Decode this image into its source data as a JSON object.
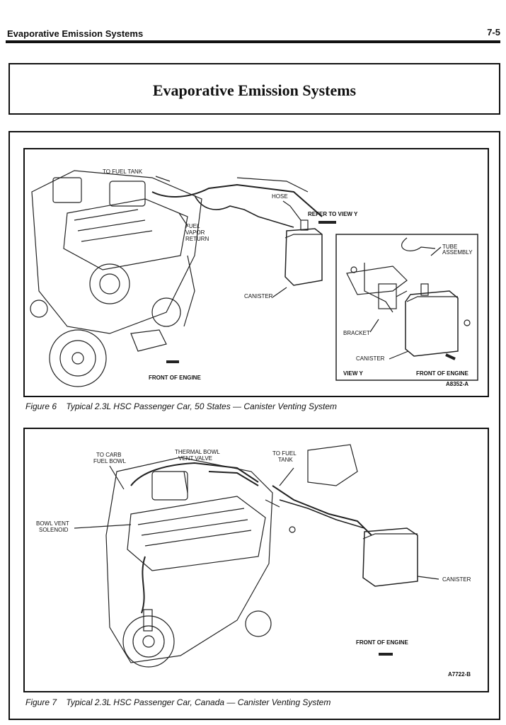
{
  "header": {
    "section_title": "Evaporative Emission Systems",
    "page_number": "7-5"
  },
  "title_box": {
    "title": "Evaporative Emission Systems"
  },
  "figure6": {
    "labels": {
      "to_fuel_tank": "TO FUEL TANK",
      "hose": "HOSE",
      "refer_to_view_y": "REFER TO VIEW Y",
      "fuel": "FUEL",
      "vapor": "VAPOR",
      "return": "RETURN",
      "canister": "CANISTER",
      "front_of_engine": "FRONT OF ENGINE",
      "code": "A8352-A"
    },
    "inset": {
      "tube": "TUBE",
      "assembly": "ASSEMBLY",
      "bracket": "BRACKET",
      "canister": "CANISTER",
      "view_y": "VIEW Y",
      "front_of_engine": "FRONT OF ENGINE"
    },
    "caption": {
      "number": "Figure 6",
      "text": "Typical 2.3L HSC Passenger Car, 50 States — Canister Venting System"
    }
  },
  "figure7": {
    "labels": {
      "to_carb": "TO CARB",
      "fuel_bowl": "FUEL BOWL",
      "thermal_bowl": "THERMAL BOWL",
      "vent_valve": "VENT VALVE",
      "to_fuel": "TO FUEL",
      "tank": "TANK",
      "bowl_vent": "BOWL VENT",
      "solenoid": "SOLENOID",
      "canister": "CANISTER",
      "front_of_engine": "FRONT OF ENGINE",
      "code": "A7722-B"
    },
    "caption": {
      "number": "Figure 7",
      "text": "Typical 2.3L HSC Passenger Car, Canada — Canister Venting System"
    }
  }
}
